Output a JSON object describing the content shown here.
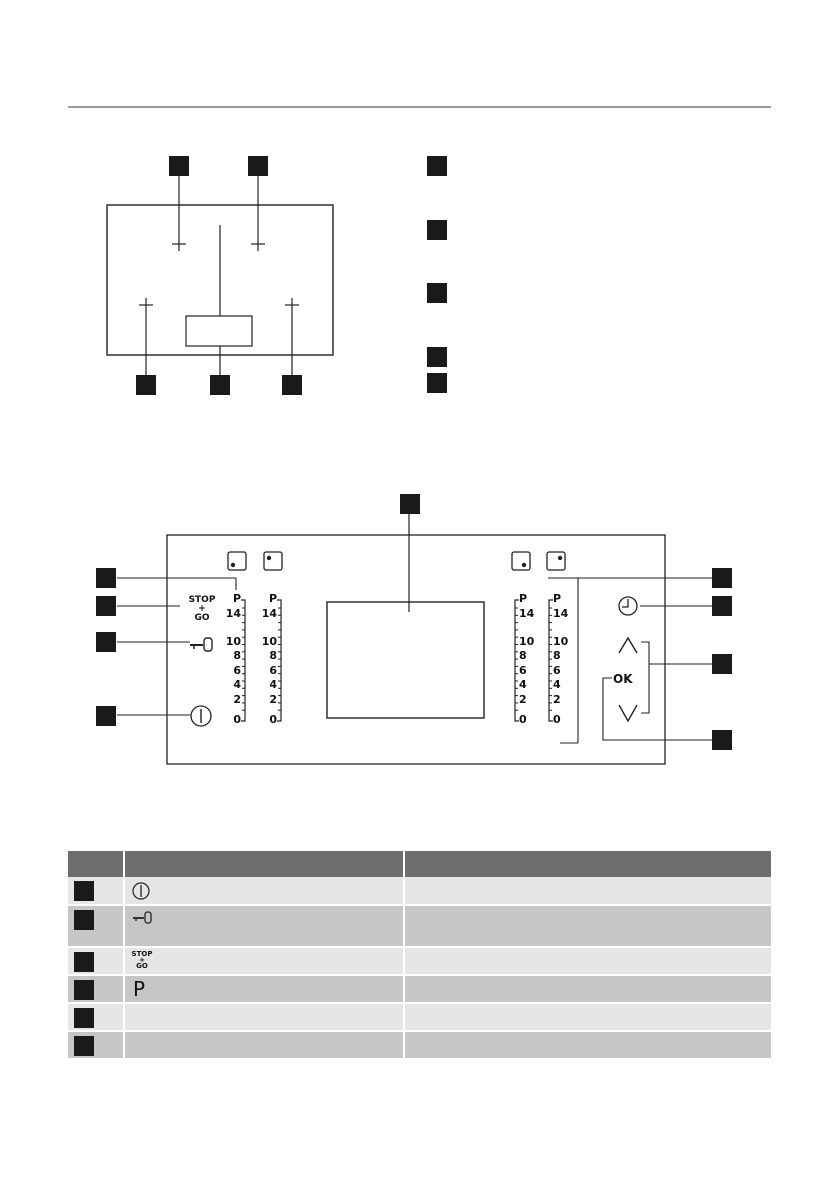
{
  "diagram_top": {
    "labels": [],
    "legend": []
  },
  "panel": {
    "scales": {
      "ticks": [
        "P",
        "14",
        "10",
        "8",
        "6",
        "4",
        "2",
        "0"
      ]
    },
    "stop_go": {
      "line1": "STOP",
      "line2": "+",
      "line3": "GO"
    },
    "ok_label": "OK"
  },
  "table": {
    "headers": [
      "",
      "",
      ""
    ],
    "rows": [
      {
        "symbol": "power-icon",
        "function": "",
        "description": ""
      },
      {
        "symbol": "key-icon",
        "function": "",
        "description": ""
      },
      {
        "symbol": "stop-go-icon",
        "function": "",
        "description": ""
      },
      {
        "symbol": "p-symbol",
        "symbol_text": "P",
        "function": "",
        "description": ""
      },
      {
        "symbol": "",
        "function": "",
        "description": ""
      },
      {
        "symbol": "",
        "function": "",
        "description": ""
      }
    ]
  }
}
